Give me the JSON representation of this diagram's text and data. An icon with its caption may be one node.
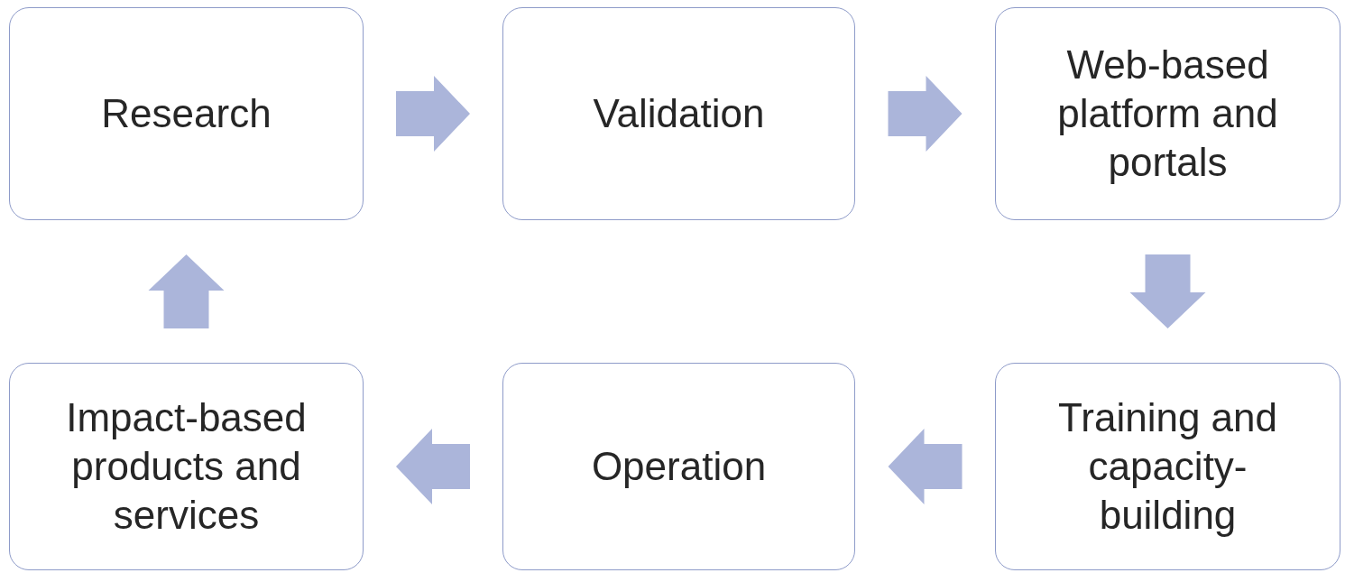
{
  "diagram": {
    "nodes": [
      {
        "text": [
          "Research"
        ]
      },
      {
        "text": [
          "Validation"
        ]
      },
      {
        "text": [
          "Web-based platform and portals"
        ]
      },
      {
        "text": [
          "Training and capacity-building"
        ]
      },
      {
        "text": [
          "Operation"
        ]
      },
      {
        "text": [
          "Impact-based products and services"
        ]
      }
    ],
    "edges": [
      {
        "from": 0,
        "to": 1,
        "arrow": "to"
      },
      {
        "from": 1,
        "to": 2,
        "arrow": "to"
      },
      {
        "from": 2,
        "to": 3,
        "arrow": "to"
      },
      {
        "from": 3,
        "to": 4,
        "arrow": "to"
      },
      {
        "from": 4,
        "to": 5,
        "arrow": "to"
      },
      {
        "from": 5,
        "to": 0,
        "arrow": "to"
      }
    ]
  }
}
